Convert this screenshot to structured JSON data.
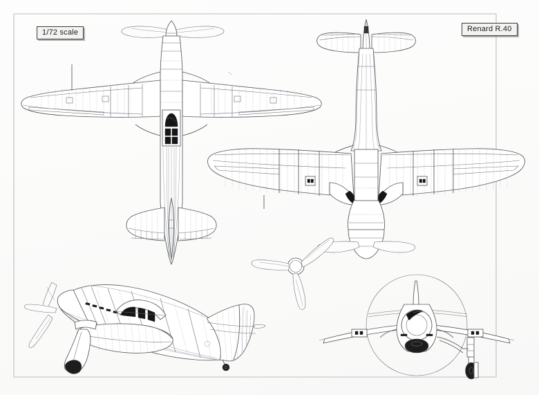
{
  "drawing": {
    "subject": "Renard R.40",
    "scale_label": "1/72 scale",
    "sheet": {
      "background_color": "#fdfdfd",
      "ink_color": "#55585c",
      "dark_fill_color": "#161616",
      "border_color": "#b9b9b9"
    },
    "labels": {
      "scale": "1/72 scale",
      "title": "Renard R.40"
    },
    "views": [
      {
        "id": "top-plan-view",
        "name": "Top plan view",
        "orientation": "nose-up",
        "features": [
          "three-blade propeller",
          "spinner",
          "elliptical wings",
          "wing rib lines",
          "ailerons",
          "canopy glazing",
          "antenna mast",
          "elliptical tailplane",
          "elevators"
        ]
      },
      {
        "id": "bottom-plan-view",
        "name": "Underside plan view",
        "orientation": "tail-up",
        "features": [
          "elliptical wings",
          "wing rib lines",
          "wheel wells",
          "radiator duct",
          "gun port panels",
          "tailplane",
          "propeller blades"
        ]
      },
      {
        "id": "side-profile-view",
        "name": "Side profile view",
        "orientation": "nose-left",
        "features": [
          "three-blade propeller",
          "engine cowling",
          "exhaust stubs",
          "canopy",
          "main landing gear",
          "wing root fillet",
          "vertical fin",
          "rudder",
          "tailwheel"
        ]
      },
      {
        "id": "front-view",
        "name": "Front elevation view",
        "orientation": "head-on",
        "features": [
          "propeller disc arc",
          "spinner",
          "air intake",
          "wing gun ports",
          "main landing gear leg",
          "wheel"
        ]
      },
      {
        "id": "propeller-detail",
        "name": "Propeller detail",
        "orientation": "face-on",
        "features": [
          "three blades",
          "hub"
        ]
      }
    ]
  }
}
